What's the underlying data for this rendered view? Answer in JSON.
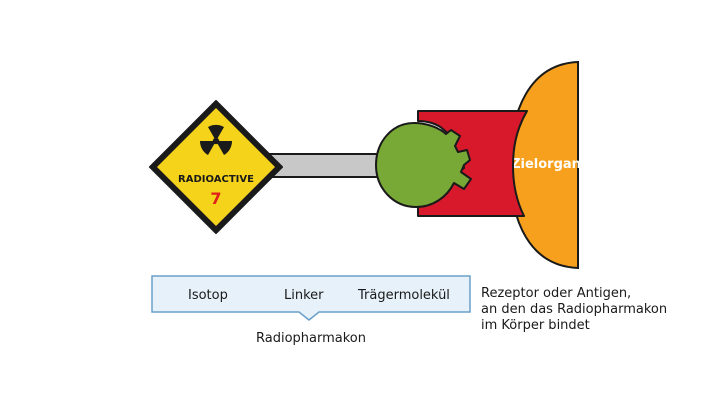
{
  "hazard_sign": {
    "text": "RADIOACTIVE",
    "class_number": "7"
  },
  "target_organ": {
    "label": "Zielorgan"
  },
  "components": {
    "isotope": "Isotop",
    "linker": "Linker",
    "carrier": "Trägermolekül"
  },
  "receptor_caption": [
    "Rezeptor oder Antigen,",
    "an den das Radiopharmakon",
    "im Körper bindet"
  ],
  "compound_label": "Radiopharmakon",
  "colors": {
    "sign_yellow": "#f5d31a",
    "sign_border": "#1a1a1a",
    "class_number_red": "#e0201b",
    "linker_gray": "#c8c8c8",
    "carrier_green": "#78a937",
    "receptor_red": "#d7192b",
    "organ_orange": "#f7a01d",
    "label_box_fill": "#e6f1fa",
    "label_box_stroke": "#6a9fc9"
  }
}
